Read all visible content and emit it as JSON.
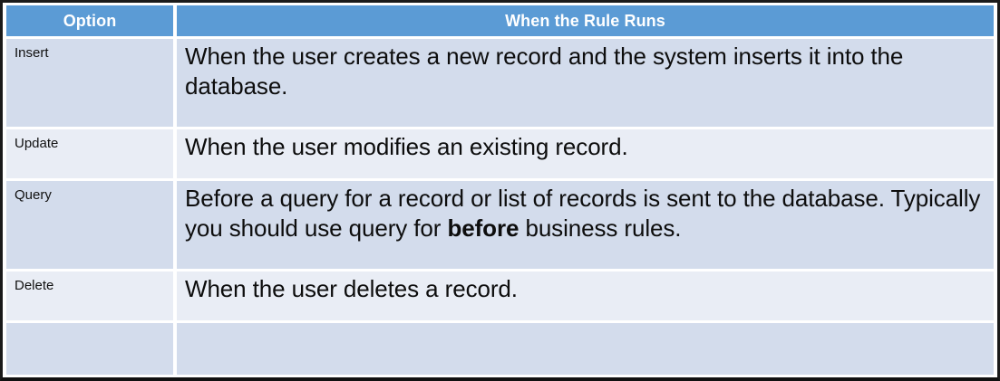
{
  "table": {
    "columns": [
      {
        "key": "option",
        "label": "Option"
      },
      {
        "key": "when",
        "label": "When the Rule Runs"
      }
    ],
    "header_bg": "#5b9bd5",
    "header_text_color": "#ffffff",
    "band_dark": "#d3dcec",
    "band_light": "#e9edf5",
    "rows": [
      {
        "option": "Insert",
        "description_prefix": "When the user creates a new record and the system inserts it into the database.",
        "emphasis": "",
        "description_suffix": ""
      },
      {
        "option": "Update",
        "description_prefix": "When the user modifies an existing record.",
        "emphasis": "",
        "description_suffix": ""
      },
      {
        "option": "Query",
        "description_prefix": "Before a query for a record or list of records is sent to the database. Typically you should use query for ",
        "emphasis": "before",
        "description_suffix": " business rules."
      },
      {
        "option": "Delete",
        "description_prefix": "When the user deletes a record.",
        "emphasis": "",
        "description_suffix": ""
      },
      {
        "option": "",
        "description_prefix": "",
        "emphasis": "",
        "description_suffix": ""
      }
    ]
  }
}
